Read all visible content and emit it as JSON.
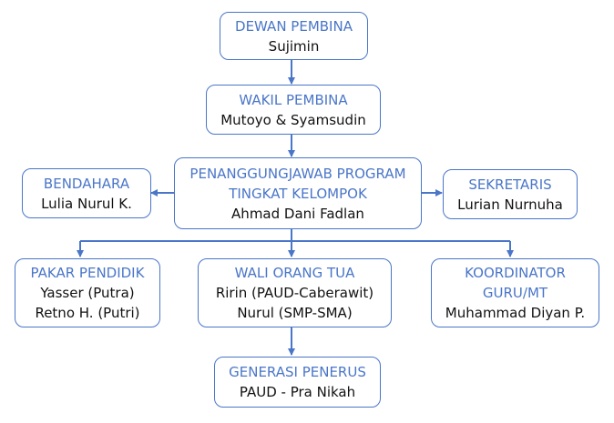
{
  "org_chart": {
    "dewan_pembina": {
      "role": "DEWAN PEMBINA",
      "person": "Sujimin"
    },
    "wakil_pembina": {
      "role": "WAKIL PEMBINA",
      "person": "Mutoyo & Syamsudin"
    },
    "penanggungjawab": {
      "role_line1": "PENANGGUNGJAWAB PROGRAM",
      "role_line2": "TINGKAT KELOMPOK",
      "person": "Ahmad Dani Fadlan"
    },
    "bendahara": {
      "role": "BENDAHARA",
      "person": "Lulia Nurul K."
    },
    "sekretaris": {
      "role": "SEKRETARIS",
      "person": "Lurian Nurnuha"
    },
    "pakar_pendidik": {
      "role": "PAKAR PENDIDIK",
      "person1": "Yasser (Putra)",
      "person2": "Retno H. (Putri)"
    },
    "wali_orang_tua": {
      "role": "WALI ORANG TUA",
      "person1": "Ririn (PAUD-Caberawit)",
      "person2": "Nurul (SMP-SMA)"
    },
    "koordinator": {
      "role_line1": "KOORDINATOR",
      "role_line2": "GURU/MT",
      "person": "Muhammad Diyan P."
    },
    "generasi_penerus": {
      "role": "GENERASI PENERUS",
      "person": "PAUD - Pra Nikah"
    }
  },
  "colors": {
    "accent": "#4a76c8",
    "text": "#111111"
  }
}
